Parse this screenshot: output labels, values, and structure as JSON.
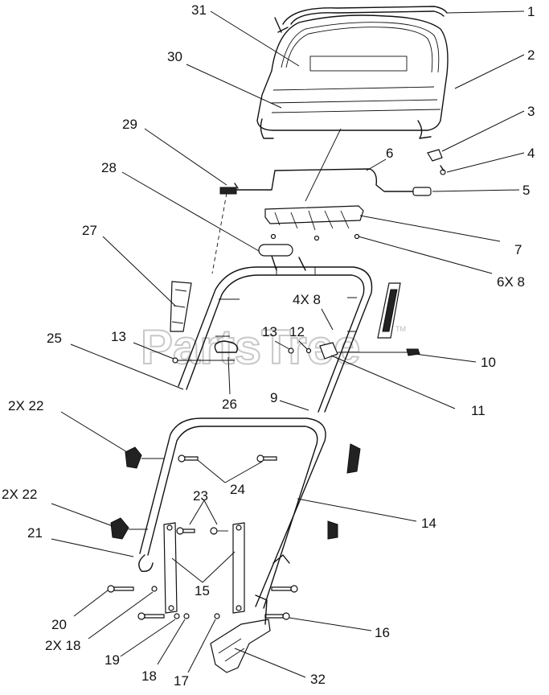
{
  "watermark": {
    "text": "PartsTree",
    "tm": "TM"
  },
  "callouts": {
    "c1": "1",
    "c2": "2",
    "c3": "3",
    "c4": "4",
    "c5": "5",
    "c6": "6",
    "c7": "7",
    "c6x8": "6X 8",
    "c4x8": "4X 8",
    "c9": "9",
    "c10": "10",
    "c11": "11",
    "c12": "12",
    "c13a": "13",
    "c13b": "13",
    "c14": "14",
    "c15": "15",
    "c16": "16",
    "c17": "17",
    "c18": "18",
    "c2x18": "2X 18",
    "c19": "19",
    "c20": "20",
    "c21": "21",
    "c2x22a": "2X 22",
    "c2x22b": "2X 22",
    "c23": "23",
    "c24": "24",
    "c25": "25",
    "c26": "26",
    "c27": "27",
    "c28": "28",
    "c29": "29",
    "c30": "30",
    "c31": "31",
    "c32": "32"
  }
}
